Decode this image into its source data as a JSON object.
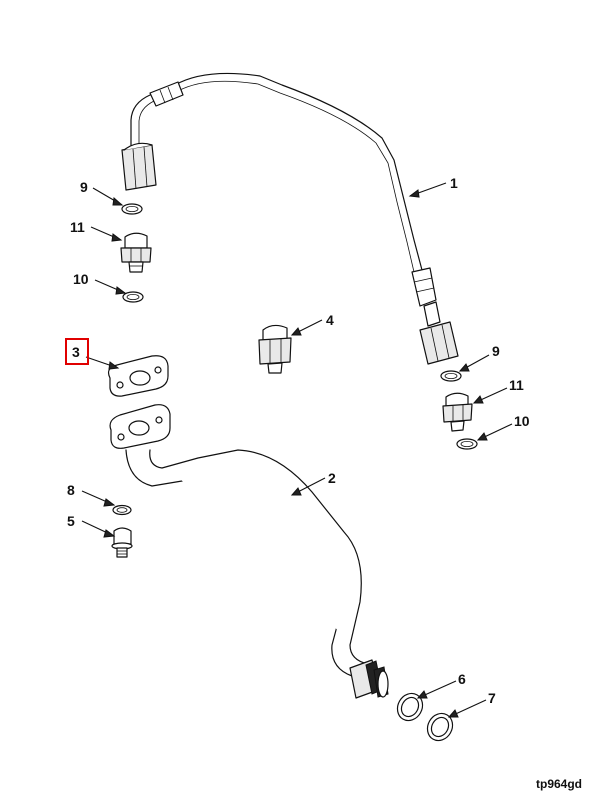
{
  "callouts": {
    "c1": "1",
    "c2": "2",
    "c3": "3",
    "c4": "4",
    "c5": "5",
    "c6": "6",
    "c7": "7",
    "c8": "8",
    "c9a": "9",
    "c9b": "9",
    "c10a": "10",
    "c10b": "10",
    "c11a": "11",
    "c11b": "11"
  },
  "drawing_id": "tp964gd",
  "highlight_color": "#e00000"
}
